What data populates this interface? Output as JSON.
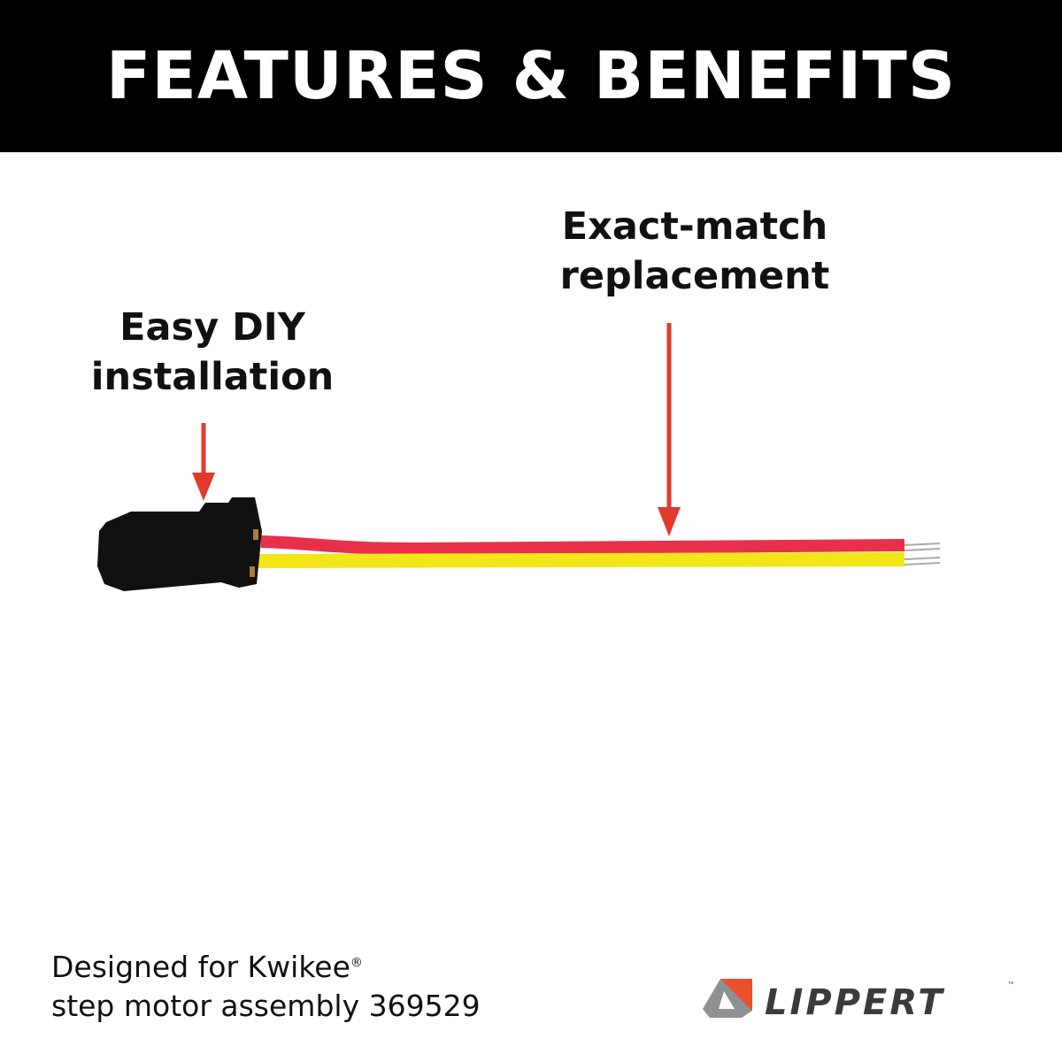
{
  "header": {
    "title": "FEATURES & BENEFITS"
  },
  "callouts": [
    {
      "line1": "Easy DIY",
      "line2": "installation"
    },
    {
      "line1": "Exact-match",
      "line2": "replacement"
    }
  ],
  "footer": {
    "line1": "Designed for Kwikee",
    "registered": "®",
    "line2": "step motor assembly 369529"
  },
  "logo": {
    "text": "LIPPERT",
    "trademark": "™"
  },
  "colors": {
    "arrow": "#e03a2c",
    "red_wire": "#e8304a",
    "yellow_wire": "#f2e619",
    "logo_orange": "#e8512a",
    "logo_gray": "#8f9194",
    "logo_text": "#3a3b3d"
  }
}
